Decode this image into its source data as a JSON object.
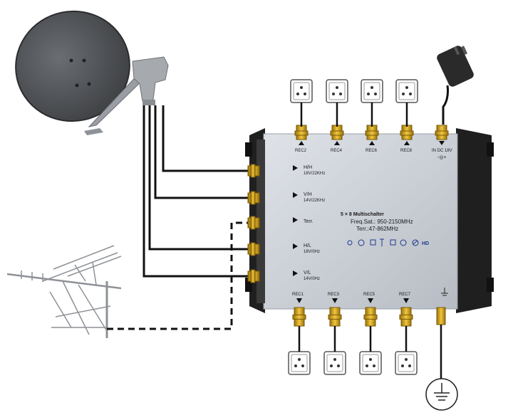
{
  "multiswitch": {
    "title": "5 × 8 Multischalter",
    "freq_sat": "Freq.Sat.: 950-2150MHz",
    "freq_terr": "Terr.:47-862MHz",
    "top_outputs": [
      "REC2",
      "REC4",
      "REC6",
      "REC8"
    ],
    "power_label": "IN DC 18V",
    "bottom_outputs": [
      "REC1",
      "REC3",
      "REC5",
      "REC7"
    ],
    "inputs": [
      {
        "line1": "H/H",
        "line2": "18V/22KHz"
      },
      {
        "line1": "V/H",
        "line2": "14V/22KHz"
      },
      {
        "line1": "Terr.",
        "line2": ""
      },
      {
        "line1": "H/L",
        "line2": "18V/0Hz"
      },
      {
        "line1": "V/L",
        "line2": "14V/0Hz"
      }
    ]
  },
  "colors": {
    "body": "#c9ced6",
    "body_dark": "#2a2a2a",
    "connector": "#d4a017",
    "dish": "#55585c",
    "cable": "#111111"
  }
}
